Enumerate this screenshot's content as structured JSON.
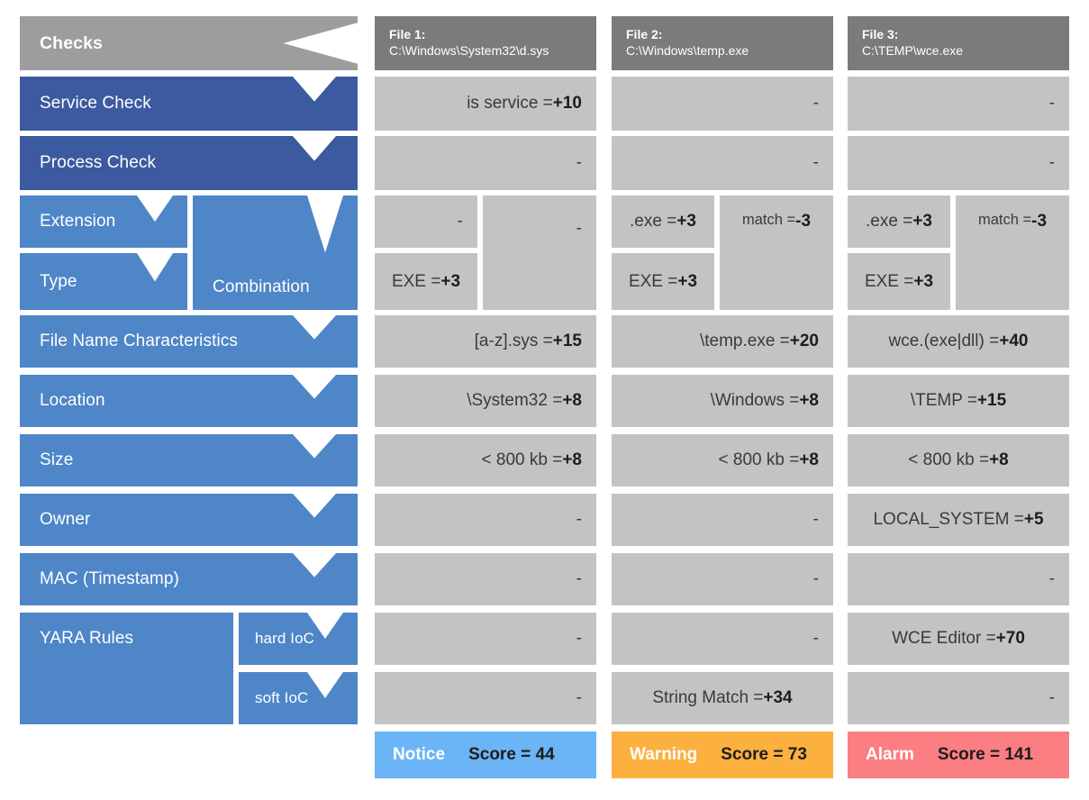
{
  "header": {
    "checks_label": "Checks",
    "files": [
      {
        "title": "File 1:",
        "path": "C:\\Windows\\System32\\d.sys"
      },
      {
        "title": "File 2:",
        "path": "C:\\Windows\\temp.exe"
      },
      {
        "title": "File 3:",
        "path": "C:\\TEMP\\wce.exe"
      }
    ]
  },
  "checks": {
    "service_check": "Service Check",
    "process_check": "Process Check",
    "extension": "Extension",
    "type": "Type",
    "combination": "Combination",
    "file_name_characteristics": "File Name Characteristics",
    "location": "Location",
    "size": "Size",
    "owner": "Owner",
    "mac_timestamp": "MAC (Timestamp)",
    "yara_rules": "YARA Rules",
    "hard_ioc": "hard IoC",
    "soft_ioc": "soft IoC"
  },
  "dash": "-",
  "values": {
    "service_check": {
      "f1_txt": "is service = ",
      "f1_num": "+10",
      "f2": "-",
      "f3": "-"
    },
    "process_check": {
      "f1": "-",
      "f2": "-",
      "f3": "-"
    },
    "extension": {
      "f1": "-",
      "f2_txt": ".exe = ",
      "f2_num": "+3",
      "f3_txt": ".exe = ",
      "f3_num": "+3"
    },
    "type": {
      "f1_txt": "EXE = ",
      "f1_num": "+3",
      "f2_txt": "EXE = ",
      "f2_num": "+3",
      "f3_txt": "EXE = ",
      "f3_num": "+3"
    },
    "combination": {
      "f1": "-",
      "f2_txt": "match = ",
      "f2_num": "-3",
      "f3_txt": "match = ",
      "f3_num": "-3"
    },
    "file_name": {
      "f1_txt": "[a-z].sys = ",
      "f1_num": "+15",
      "f2_txt": "\\temp.exe = ",
      "f2_num": "+20",
      "f3_txt": "wce.(exe|dll) = ",
      "f3_num": "+40"
    },
    "location": {
      "f1_txt": "\\System32 = ",
      "f1_num": "+8",
      "f2_txt": "\\Windows = ",
      "f2_num": "+8",
      "f3_txt": "\\TEMP = ",
      "f3_num": "+15"
    },
    "size": {
      "f1_txt": "< 800 kb = ",
      "f1_num": "+8",
      "f2_txt": "< 800 kb = ",
      "f2_num": "+8",
      "f3_txt": "< 800 kb = ",
      "f3_num": "+8"
    },
    "owner": {
      "f1": "-",
      "f2": "-",
      "f3_txt": "LOCAL_SYSTEM = ",
      "f3_num": "+5"
    },
    "mac": {
      "f1": "-",
      "f2": "-",
      "f3": "-"
    },
    "hard_ioc": {
      "f1": "-",
      "f2": "-",
      "f3_txt": "WCE Editor = ",
      "f3_num": "+70"
    },
    "soft_ioc": {
      "f1": "-",
      "f2_txt": "String Match = ",
      "f2_num": "+34",
      "f3": "-"
    }
  },
  "scores": [
    {
      "level": "Notice",
      "label": "Score = 44",
      "color": "#6BB4F5"
    },
    {
      "level": "Warning",
      "label": "Score = 73",
      "color": "#FBB040"
    },
    {
      "level": "Alarm",
      "label": "Score = 141",
      "color": "#FB7E82"
    }
  ],
  "palette": {
    "header_gray": "#9d9d9d",
    "file_header_gray": "#7b7b7b",
    "cell_gray": "#c3c3c3",
    "dark_blue": "#3C5AA0",
    "mid_blue": "#4E86C8"
  }
}
